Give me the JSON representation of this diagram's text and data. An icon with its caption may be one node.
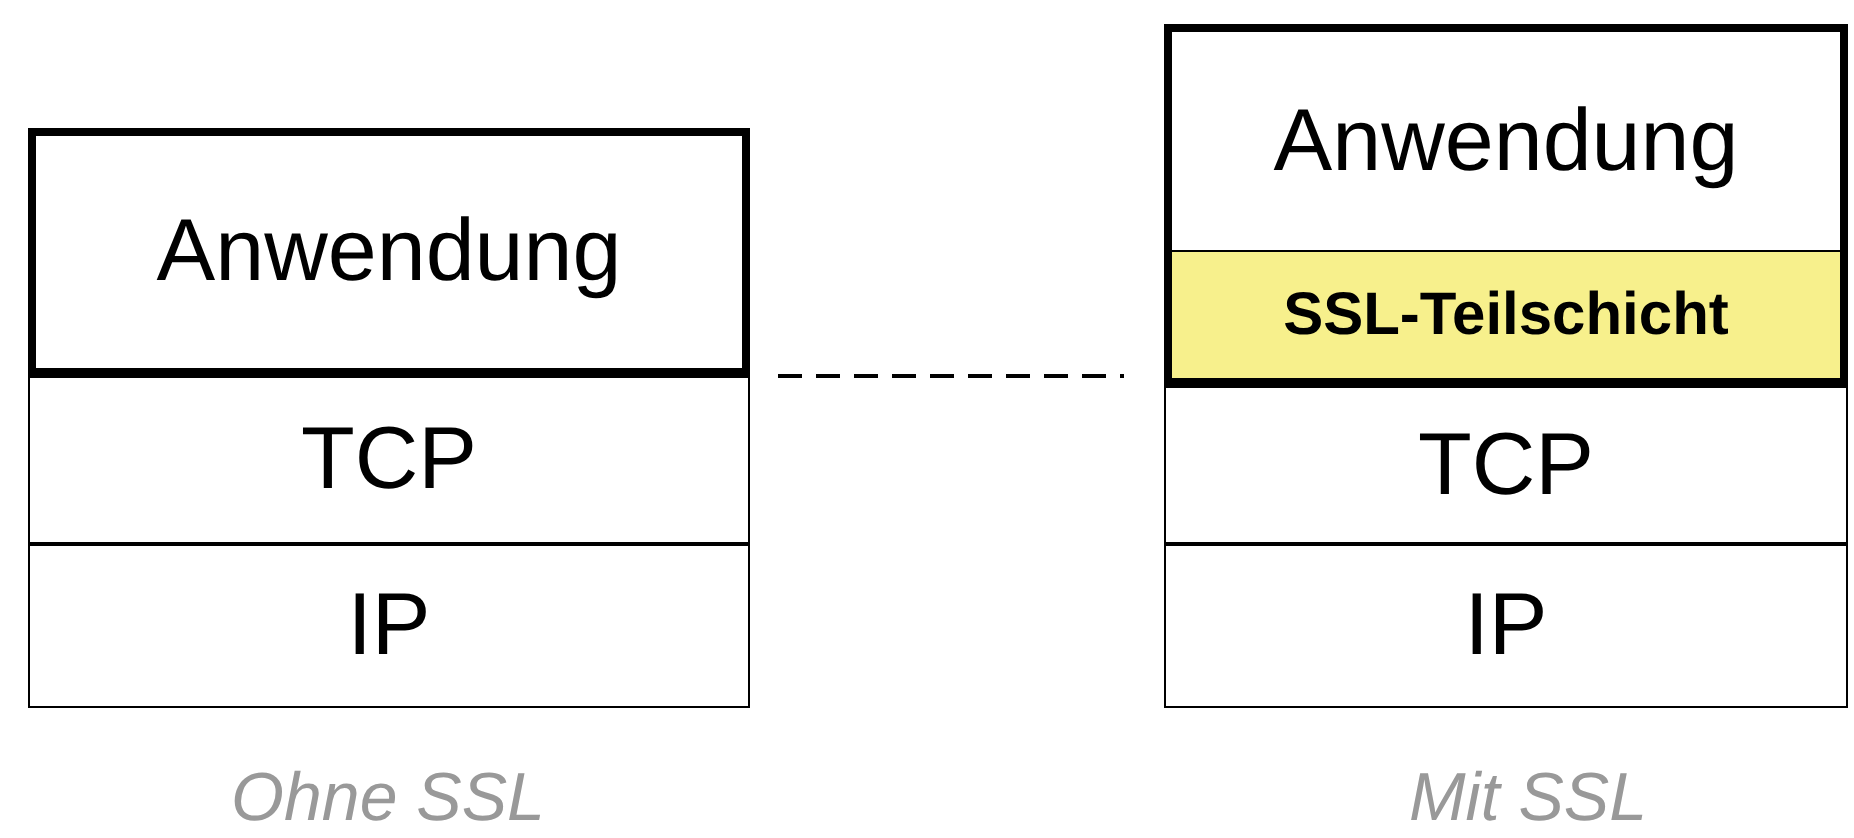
{
  "diagram": {
    "nodes": [
      {
        "text": [
          "Anwendung"
        ]
      },
      {
        "text": [
          "TCP"
        ]
      },
      {
        "text": [
          "IP"
        ]
      },
      {
        "text": [
          "Anwendung"
        ]
      },
      {
        "text": [
          "SSL-Teilschicht"
        ]
      },
      {
        "text": [
          "TCP"
        ]
      },
      {
        "text": [
          "IP"
        ]
      }
    ],
    "edges": [
      {
        "from": 0,
        "to": 4,
        "arrow": "none",
        "style": "dashed"
      }
    ],
    "labels": [
      "Ohne SSL",
      "Mit SSL"
    ]
  }
}
